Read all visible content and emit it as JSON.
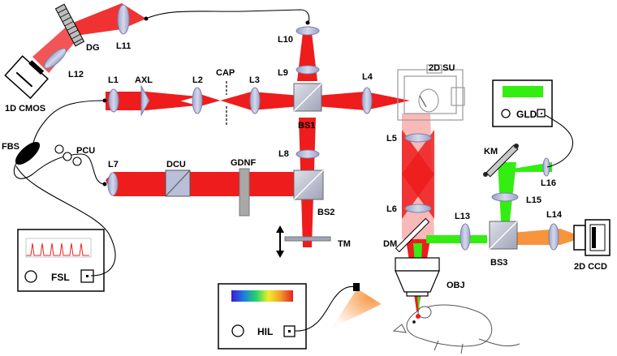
{
  "colors": {
    "red_beam": "#ee1c1c",
    "red_beam_light": "#f7a8a8",
    "green_beam": "#33ee11",
    "orange_beam": "#f7943c",
    "lens_fill": "#b7bdd9",
    "cube_fill": "#c8cbd8",
    "frame": "#000000"
  },
  "labels": {
    "dg": "DG",
    "l11": "L11",
    "l12": "L12",
    "cmos": "1D CMOS",
    "l10": "L10",
    "l9": "L9",
    "su": "2D SU",
    "l1": "L1",
    "axl": "AXL",
    "l2": "L2",
    "cap": "CAP",
    "l3": "L3",
    "l4": "L4",
    "bs1": "BS1",
    "gld": "GLD",
    "fbs": "FBS",
    "pcu": "PCU",
    "l5": "L5",
    "km": "KM",
    "l8": "L8",
    "l7": "L7",
    "dcu": "DCU",
    "gdnf": "GDNF",
    "l16": "L16",
    "l15": "L15",
    "bs2": "BS2",
    "l6": "L6",
    "l13": "L13",
    "l14": "L14",
    "tm": "TM",
    "dm": "DM",
    "bs3": "BS3",
    "ccd": "2D CCD",
    "fsl": "FSL",
    "obj": "OBJ",
    "hil": "HIL"
  }
}
